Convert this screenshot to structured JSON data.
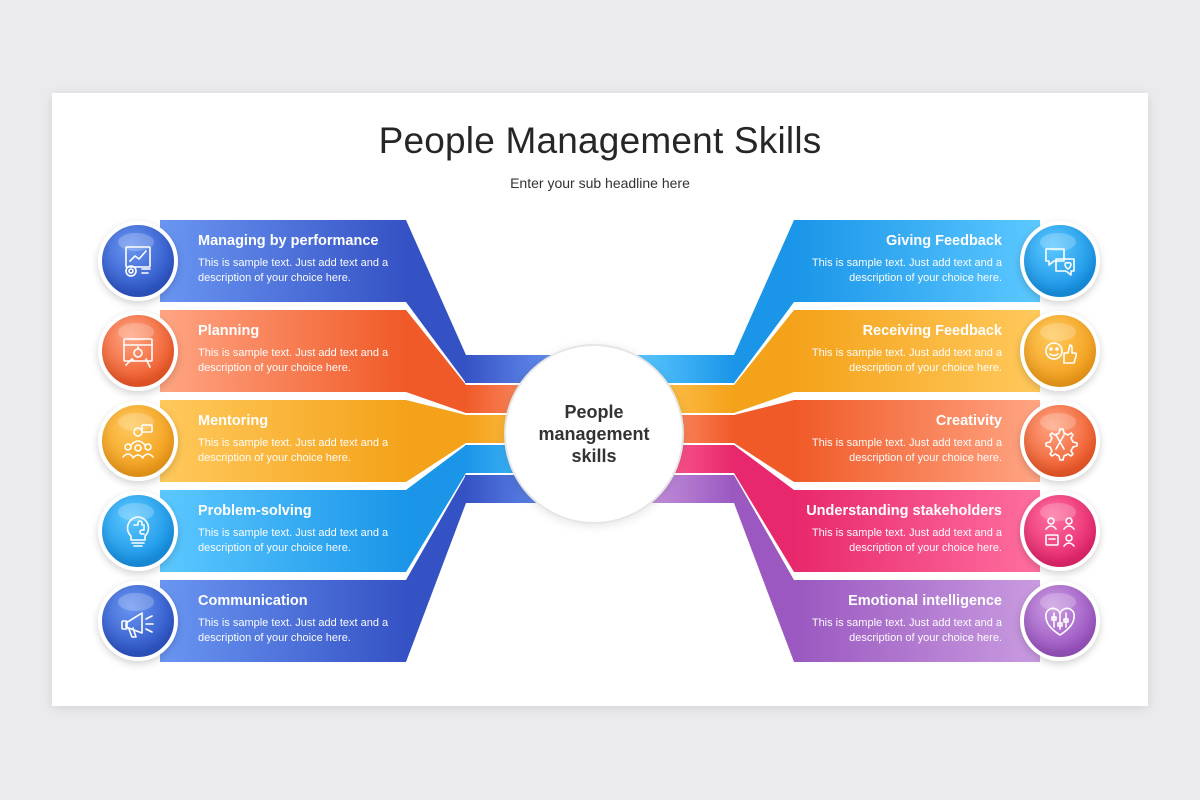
{
  "slide": {
    "title": "People Management Skills",
    "subtitle": "Enter your sub headline here"
  },
  "center": {
    "label": "People\nmanagement\nskills"
  },
  "left_items": [
    {
      "title": "Managing by performance",
      "description": "This is sample text. Just add text and a description of your choice here.",
      "icon": "performance-chart-gear-icon",
      "color_light": "#6a96f2",
      "color_dark": "#3552c4",
      "circle_color": "#2f57c8"
    },
    {
      "title": "Planning",
      "description": "This is sample text. Just add text and a description of your choice here.",
      "icon": "planning-blueprint-icon",
      "color_light": "#ffa583",
      "color_dark": "#f05a28",
      "circle_color": "#ef5b2b"
    },
    {
      "title": "Mentoring",
      "description": "This is sample text. Just add text and a description of your choice here.",
      "icon": "mentoring-group-icon",
      "color_light": "#ffc95c",
      "color_dark": "#f4a21a",
      "circle_color": "#f29e1c"
    },
    {
      "title": "Problem-solving",
      "description": "This is sample text. Just add text and a description of your choice here.",
      "icon": "puzzle-lightbulb-icon",
      "color_light": "#5cc8ff",
      "color_dark": "#1a95e8",
      "circle_color": "#1994e6"
    },
    {
      "title": "Communication",
      "description": "This is sample text. Just add text and a description of your choice here.",
      "icon": "megaphone-icon",
      "color_light": "#6a96f2",
      "color_dark": "#3552c4",
      "circle_color": "#2f57c8"
    }
  ],
  "right_items": [
    {
      "title": "Giving Feedback",
      "description": "This is sample text. Just add text and a description of your choice here.",
      "icon": "feedback-chat-heart-icon",
      "color_light": "#5cc8ff",
      "color_dark": "#1a95e8",
      "circle_color": "#1994e6"
    },
    {
      "title": "Receiving Feedback",
      "description": "This is sample text. Just add text and a description of your choice here.",
      "icon": "thumbs-up-smiley-icon",
      "color_light": "#ffc95c",
      "color_dark": "#f4a21a",
      "circle_color": "#f29e1c"
    },
    {
      "title": "Creativity",
      "description": "This is sample text. Just add text and a description of your choice here.",
      "icon": "creativity-gear-tools-icon",
      "color_light": "#ffa583",
      "color_dark": "#f05a28",
      "circle_color": "#ef5b2b"
    },
    {
      "title": "Understanding stakeholders",
      "description": "This is sample text. Just add text and a description of your choice here.",
      "icon": "stakeholders-people-icon",
      "color_light": "#ff6fa0",
      "color_dark": "#e8286c",
      "circle_color": "#e6286e"
    },
    {
      "title": "Emotional intelligence",
      "description": "This is sample text. Just add text and a description of your choice here.",
      "icon": "heart-equalizer-icon",
      "color_light": "#c99be0",
      "color_dark": "#9a58c0",
      "circle_color": "#9c55c2"
    }
  ]
}
